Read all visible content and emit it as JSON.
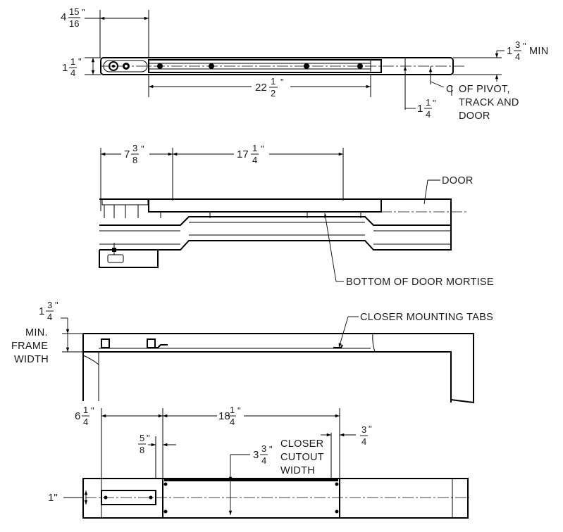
{
  "top_view": {
    "dim_offset": {
      "whole": "4",
      "num": "15",
      "den": "16",
      "unit": "\""
    },
    "dim_height": {
      "whole": "1",
      "num": "1",
      "den": "4",
      "unit": "\""
    },
    "dim_track": {
      "whole": "22",
      "num": "1",
      "den": "2",
      "unit": "\""
    },
    "dim_min": {
      "whole": "1",
      "num": "3",
      "den": "4",
      "unit": "\"",
      "suffix": "MIN"
    },
    "dim_pivot": {
      "whole": "1",
      "num": "1",
      "den": "4",
      "unit": "\""
    },
    "cl_label": [
      "OF PIVOT,",
      "TRACK AND",
      "DOOR"
    ]
  },
  "door_view": {
    "dim_left": {
      "whole": "7",
      "num": "3",
      "den": "8",
      "unit": "\""
    },
    "dim_mortise": {
      "whole": "17",
      "num": "1",
      "den": "4",
      "unit": "\""
    },
    "door_label": "DOOR",
    "mortise_label": "BOTTOM OF DOOR MORTISE"
  },
  "frame_view": {
    "dim_frame": {
      "whole": "1",
      "num": "3",
      "den": "4",
      "unit": "\""
    },
    "frame_label": [
      "MIN.",
      "FRAME",
      "WIDTH"
    ],
    "tabs_label": "CLOSER MOUNTING TABS"
  },
  "cutout_view": {
    "dim_left": {
      "whole": "6",
      "num": "1",
      "den": "4",
      "unit": "\""
    },
    "dim_cutout": {
      "whole": "18",
      "num": "1",
      "den": "4",
      "unit": "\""
    },
    "dim_5_8": {
      "whole": "",
      "num": "5",
      "den": "8",
      "unit": "\""
    },
    "dim_3_4": {
      "whole": "",
      "num": "3",
      "den": "4",
      "unit": "\""
    },
    "dim_width": {
      "whole": "3",
      "num": "3",
      "den": "4",
      "unit": "\""
    },
    "width_label": [
      "CLOSER",
      "CUTOUT",
      "WIDTH"
    ],
    "dim_one": "1\""
  }
}
